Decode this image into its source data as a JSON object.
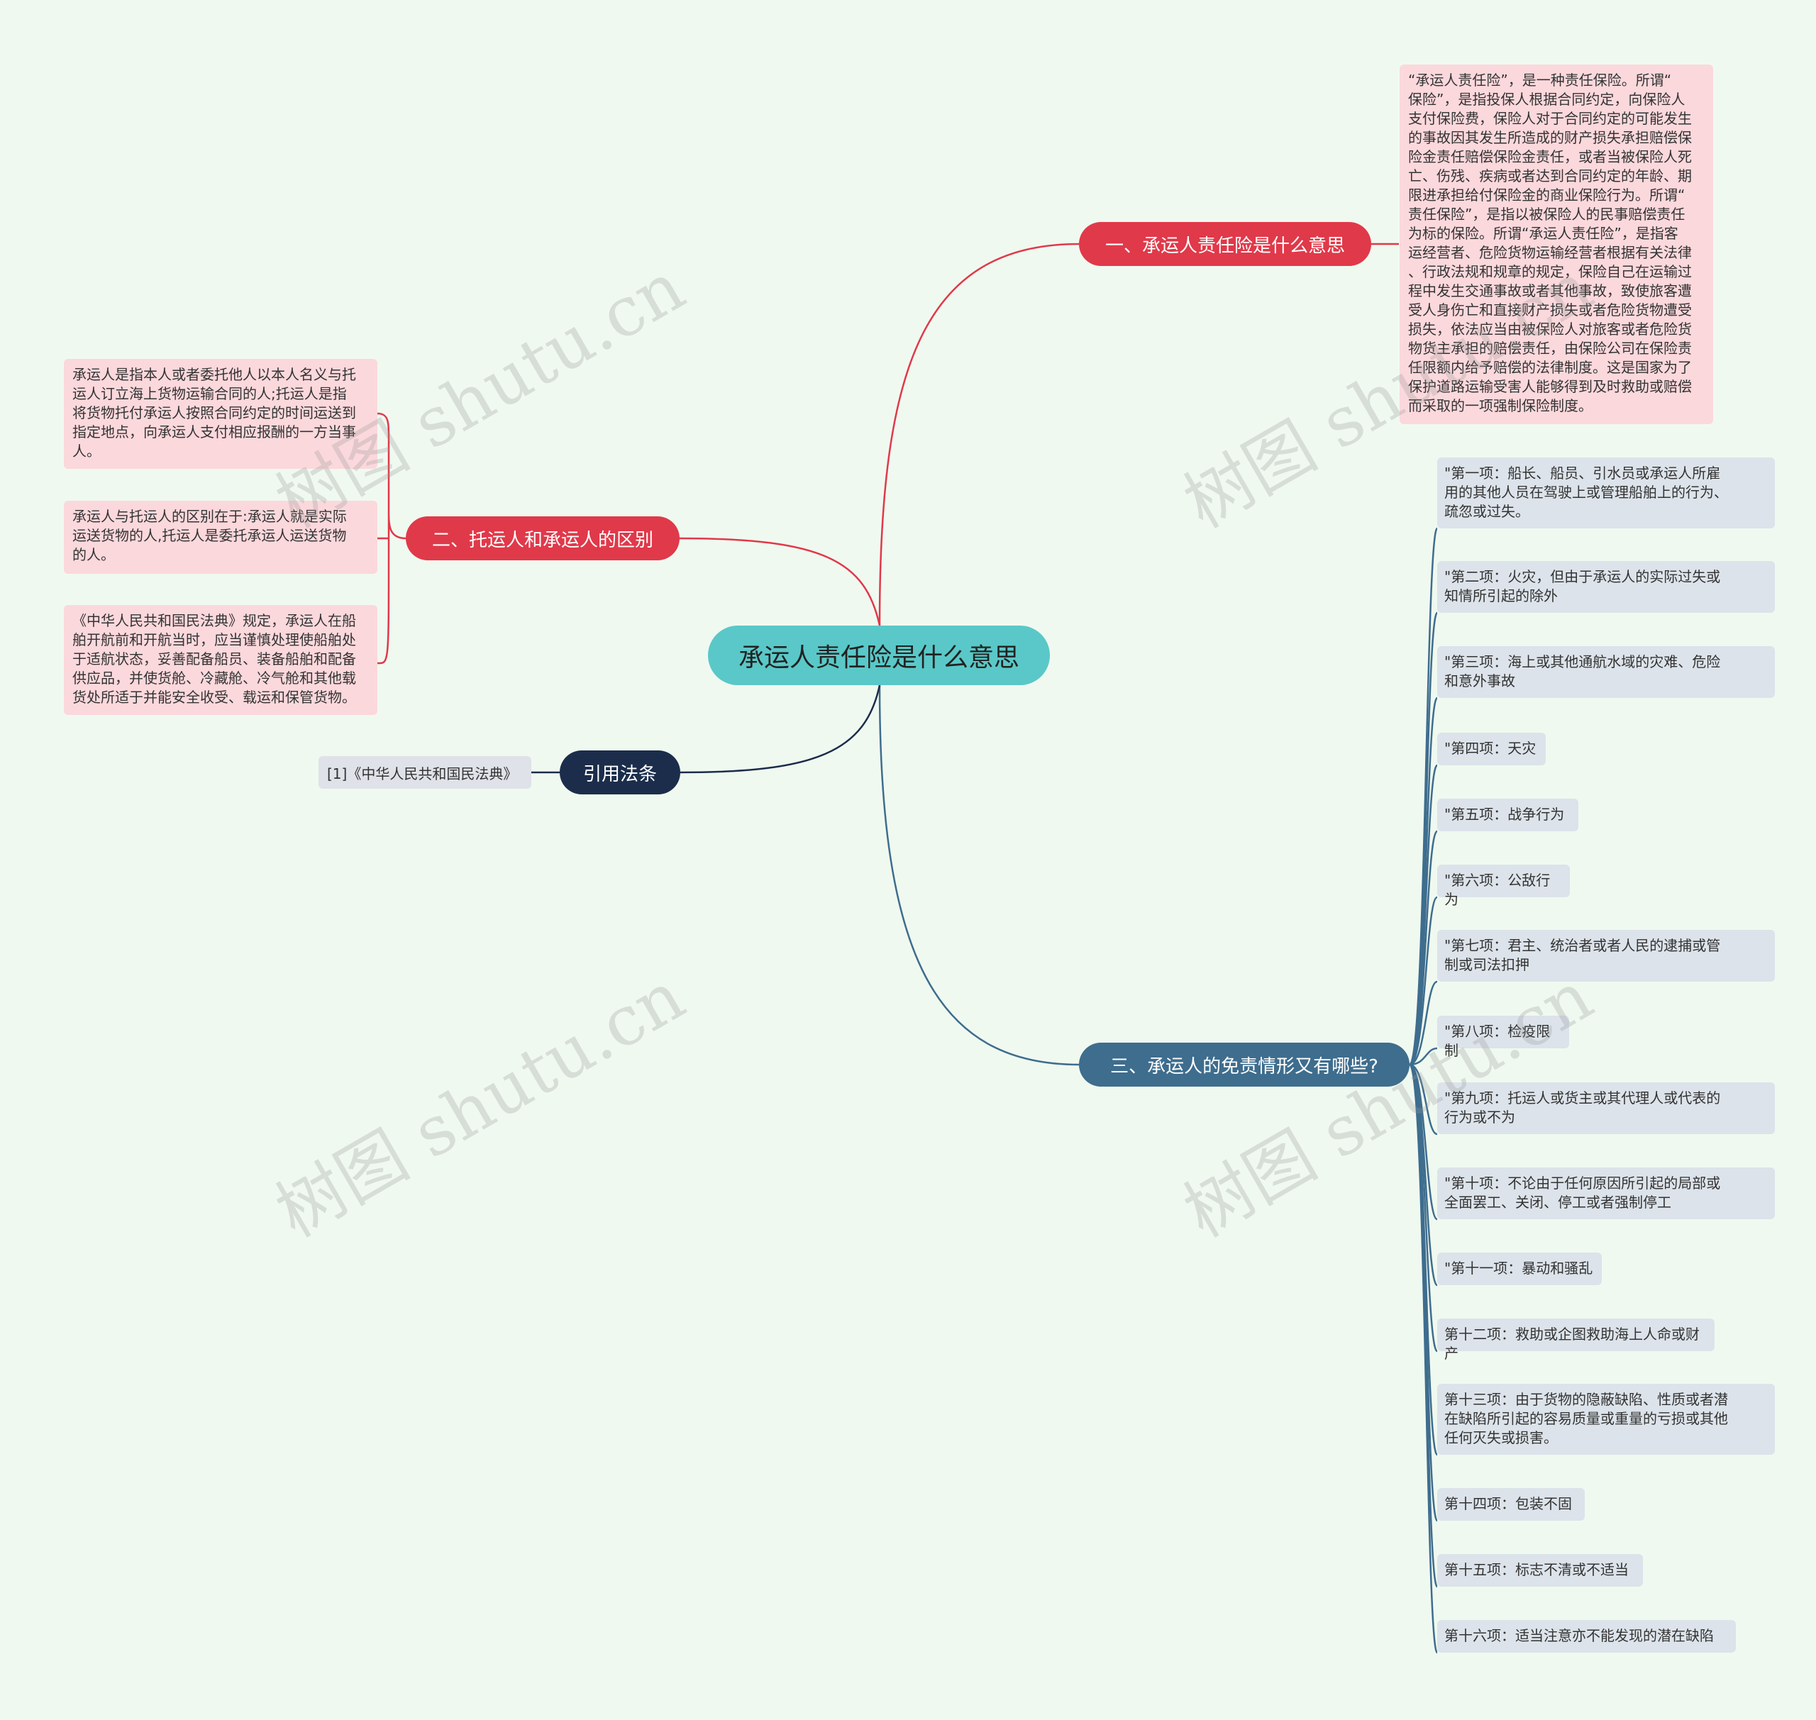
{
  "root": {
    "title": "承运人责任险是什么意思"
  },
  "branches": {
    "b1": {
      "label": "一、承运人责任险是什么意思",
      "text": "“承运人责任险”，是一种责任保险。所谓“\n保险”，是指投保人根据合同约定，向保险人\n支付保险费，保险人对于合同约定的可能发生\n的事故因其发生所造成的财产损失承担赔偿保\n险金责任赔偿保险金责任，或者当被保险人死\n亡、伤残、疾病或者达到合同约定的年龄、期\n限进承担给付保险金的商业保险行为。所谓“\n责任保险”，是指以被保险人的民事赔偿责任\n为标的保险。所谓“承运人责任险”，是指客\n运经营者、危险货物运输经营者根据有关法律\n、行政法规和规章的规定，保险自己在运输过\n程中发生交通事故或者其他事故，致使旅客遭\n受人身伤亡和直接财产损失或者危险货物遭受\n损失，依法应当由被保险人对旅客或者危险货\n物货主承担的赔偿责任，由保险公司在保险责\n任限额内给予赔偿的法律制度。这是国家为了\n保护道路运输受害人能够得到及时救助或赔偿\n而采取的一项强制保险制度。"
    },
    "b2": {
      "label": "二、托运人和承运人的区别",
      "items": [
        "承运人是指本人或者委托他人以本人名义与托\n运人订立海上货物运输合同的人;托运人是指\n将货物托付承运人按照合同约定的时间运送到\n指定地点，向承运人支付相应报酬的一方当事\n人。",
        "承运人与托运人的区别在于:承运人就是实际\n运送货物的人,托运人是委托承运人运送货物\n的人。",
        "《中华人民共和国民法典》规定，承运人在船\n舶开航前和开航当时，应当谨慎处理使船舶处\n于适航状态，妥善配备船员、装备船舶和配备\n供应品，并使货舱、冷藏舱、冷气舱和其他载\n货处所适于并能安全收受、载运和保管货物。"
      ]
    },
    "b3": {
      "label": "三、承运人的免责情形又有哪些?",
      "items": [
        "\"第一项：船长、船员、引水员或承运人所雇\n用的其他人员在驾驶上或管理船舶上的行为、\n疏忽或过失。",
        "\"第二项：火灾，但由于承运人的实际过失或\n知情所引起的除外",
        "\"第三项：海上或其他通航水域的灾难、危险\n和意外事故",
        "\"第四项：天灾",
        "\"第五项：战争行为",
        "\"第六项：公敌行为",
        "\"第七项：君主、统治者或者人民的逮捕或管\n制或司法扣押",
        "\"第八项：检疫限制",
        "\"第九项：托运人或货主或其代理人或代表的\n行为或不为",
        "\"第十项：不论由于任何原因所引起的局部或\n全面罢工、关闭、停工或者强制停工",
        "\"第十一项：暴动和骚乱",
        "第十二项：救助或企图救助海上人命或财产",
        "第十三项：由于货物的隐蔽缺陷、性质或者潜\n在缺陷所引起的容易质量或重量的亏损或其他\n任何灭失或损害。",
        "第十四项：包装不固",
        "第十五项：标志不清或不适当",
        "第十六项：适当注意亦不能发现的潜在缺陷"
      ]
    },
    "b4": {
      "label": "引用法条",
      "cite": "[1]《中华人民共和国民法典》"
    }
  },
  "colors": {
    "background": "#f0f9f0",
    "root": "#5ac8c8",
    "red_branch": "#e0394a",
    "blue_branch": "#3e6d8e",
    "navy_branch": "#1b2d4b",
    "pink_note": "#fbd8dc",
    "gray_note": "#dce3ea"
  },
  "watermark": "树图 shutu.cn"
}
